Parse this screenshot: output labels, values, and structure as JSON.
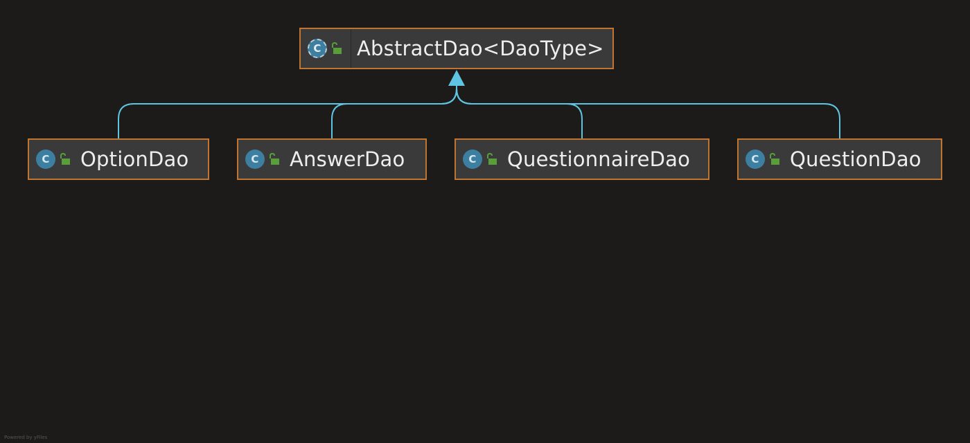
{
  "diagram": {
    "colors": {
      "background": "#1c1b1a",
      "node_fill": "#3a3a3a",
      "node_border": "#c27533",
      "edge": "#5fc4e2",
      "class_icon": "#3d7fa0",
      "lock_icon": "#5a9e3a"
    },
    "parent": {
      "name": "AbstractDao<DaoType>",
      "icon": "abstract-class-icon",
      "visibility_icon": "public-lock-icon"
    },
    "children": [
      {
        "name": "OptionDao",
        "icon": "class-icon",
        "visibility_icon": "public-lock-icon"
      },
      {
        "name": "AnswerDao",
        "icon": "class-icon",
        "visibility_icon": "public-lock-icon"
      },
      {
        "name": "QuestionnaireDao",
        "icon": "class-icon",
        "visibility_icon": "public-lock-icon"
      },
      {
        "name": "QuestionDao",
        "icon": "class-icon",
        "visibility_icon": "public-lock-icon"
      }
    ],
    "relations": [
      {
        "from": "OptionDao",
        "to": "AbstractDao<DaoType>",
        "type": "extends"
      },
      {
        "from": "AnswerDao",
        "to": "AbstractDao<DaoType>",
        "type": "extends"
      },
      {
        "from": "QuestionnaireDao",
        "to": "AbstractDao<DaoType>",
        "type": "extends"
      },
      {
        "from": "QuestionDao",
        "to": "AbstractDao<DaoType>",
        "type": "extends"
      }
    ],
    "footer": "Powered by yFiles"
  }
}
